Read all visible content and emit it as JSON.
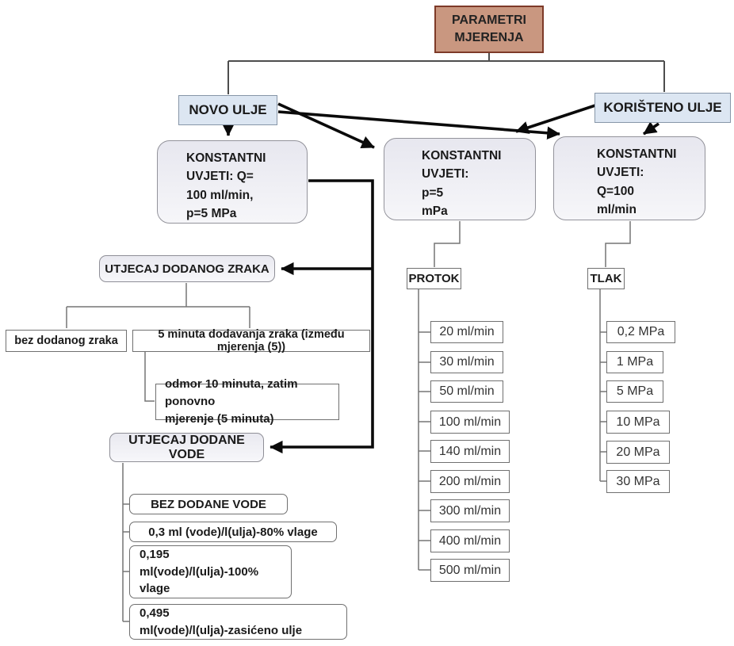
{
  "root": {
    "label": "PARAMETRI\nMJERENJA"
  },
  "oils": {
    "new": "NOVO ULJE",
    "used": "KORIŠTENO ULJE"
  },
  "constants": {
    "left": "KONSTANTNI\nUVJETI: Q=\n100 ml/min,\np=5 MPa",
    "middle": "KONSTANTNI\nUVJETI:\np=5\nmPa",
    "right": "KONSTANTNI\nUVJETI:\nQ=100\nml/min"
  },
  "flow": {
    "header": "PROTOK",
    "items": [
      "20 ml/min",
      "30 ml/min",
      "50 ml/min",
      "100 ml/min",
      "140 ml/min",
      "200 ml/min",
      "300 ml/min",
      "400 ml/min",
      "500 ml/min"
    ]
  },
  "pressure": {
    "header": "TLAK",
    "items": [
      "0,2 MPa",
      "1 MPa",
      "5 MPa",
      "10 MPa",
      "20 MPa",
      "30 MPa"
    ]
  },
  "air": {
    "header": "UTJECAJ DODANOG ZRAKA",
    "items": [
      "bez dodanog zraka",
      "5 minuta dodavanja zraka (između mjerenja (5))"
    ],
    "note": "odmor 10 minuta, zatim ponovno\nmjerenje (5 minuta)"
  },
  "water": {
    "header": "UTJECAJ DODANE VODE",
    "items": [
      "BEZ DODANE VODE",
      "0,3 ml (vode)/l(ulja)-80% vlage",
      "0,195\nml(vode)/l(ulja)-100%\nvlage",
      "0,495\nml(vode)/l(ulja)-zasićeno ulje"
    ]
  },
  "colors": {
    "root_fill": "#c99780",
    "root_border": "#7d3a28",
    "oil_fill": "#dce6f2",
    "node_fill": "#ededf3",
    "arrow": "#0a0a0a",
    "connector": "#757575"
  }
}
